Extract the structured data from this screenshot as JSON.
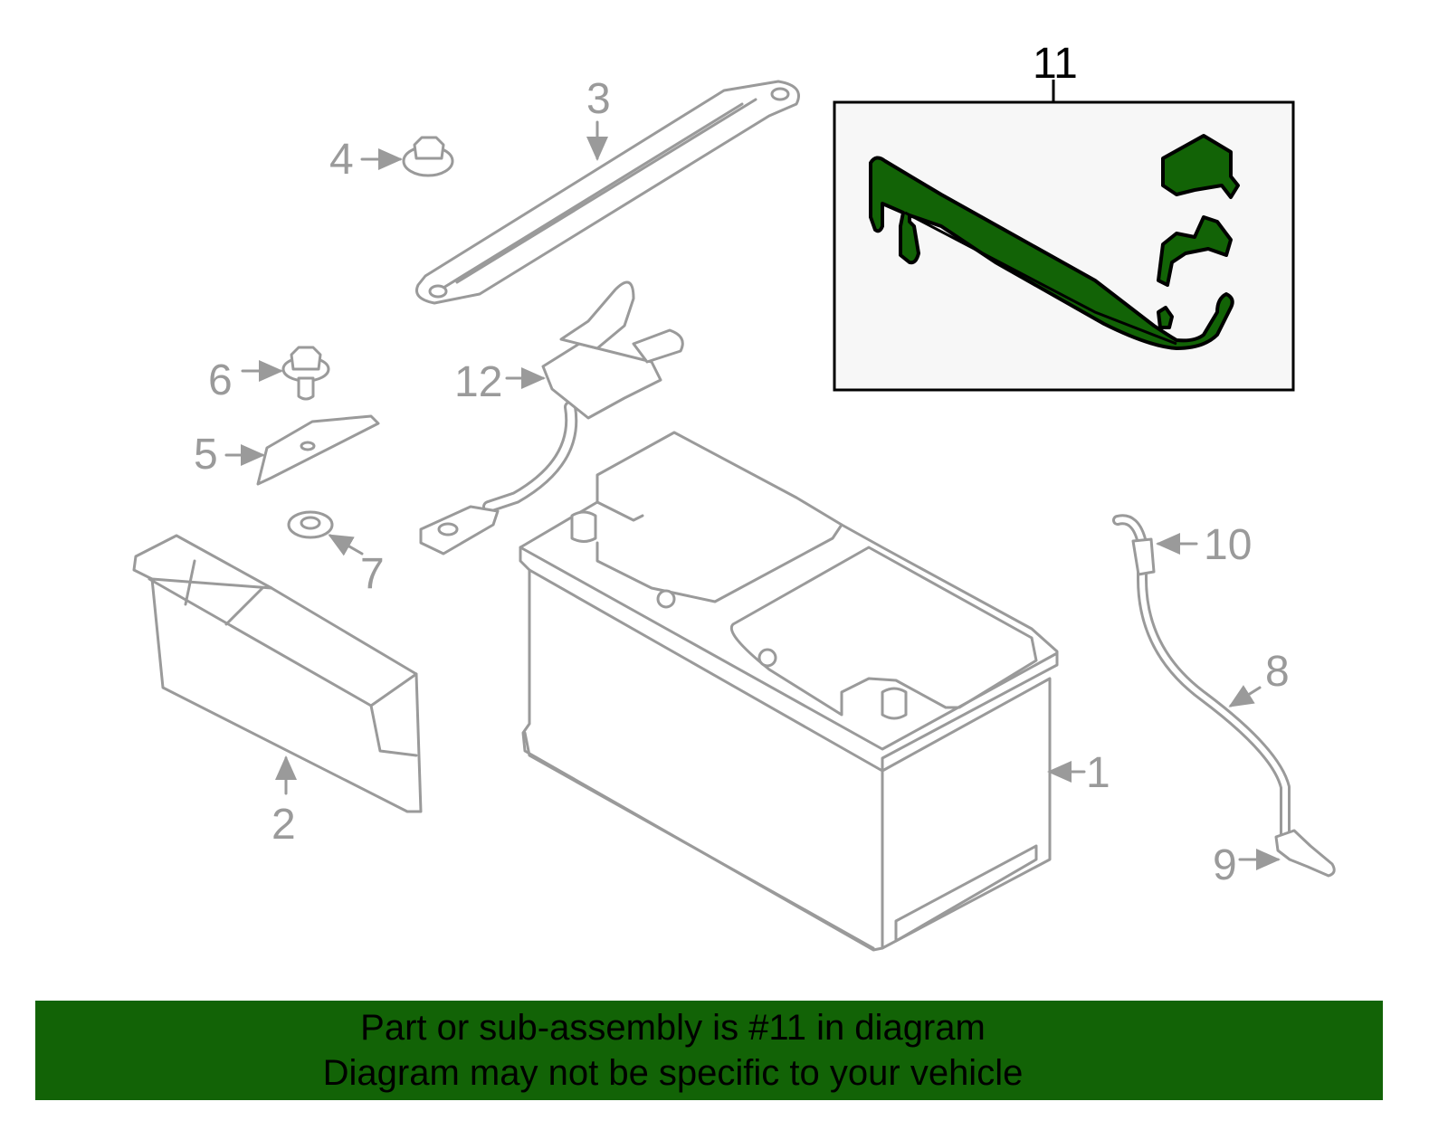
{
  "diagram": {
    "callouts": [
      "1",
      "2",
      "3",
      "4",
      "5",
      "6",
      "7",
      "8",
      "9",
      "10",
      "11",
      "12"
    ],
    "highlighted_part": "11",
    "highlight_color": "#126306",
    "line_color": "#9a9a9a"
  },
  "banner": {
    "line1": "Part or sub-assembly is #11 in diagram",
    "line2": "Diagram may not be specific to your vehicle"
  }
}
